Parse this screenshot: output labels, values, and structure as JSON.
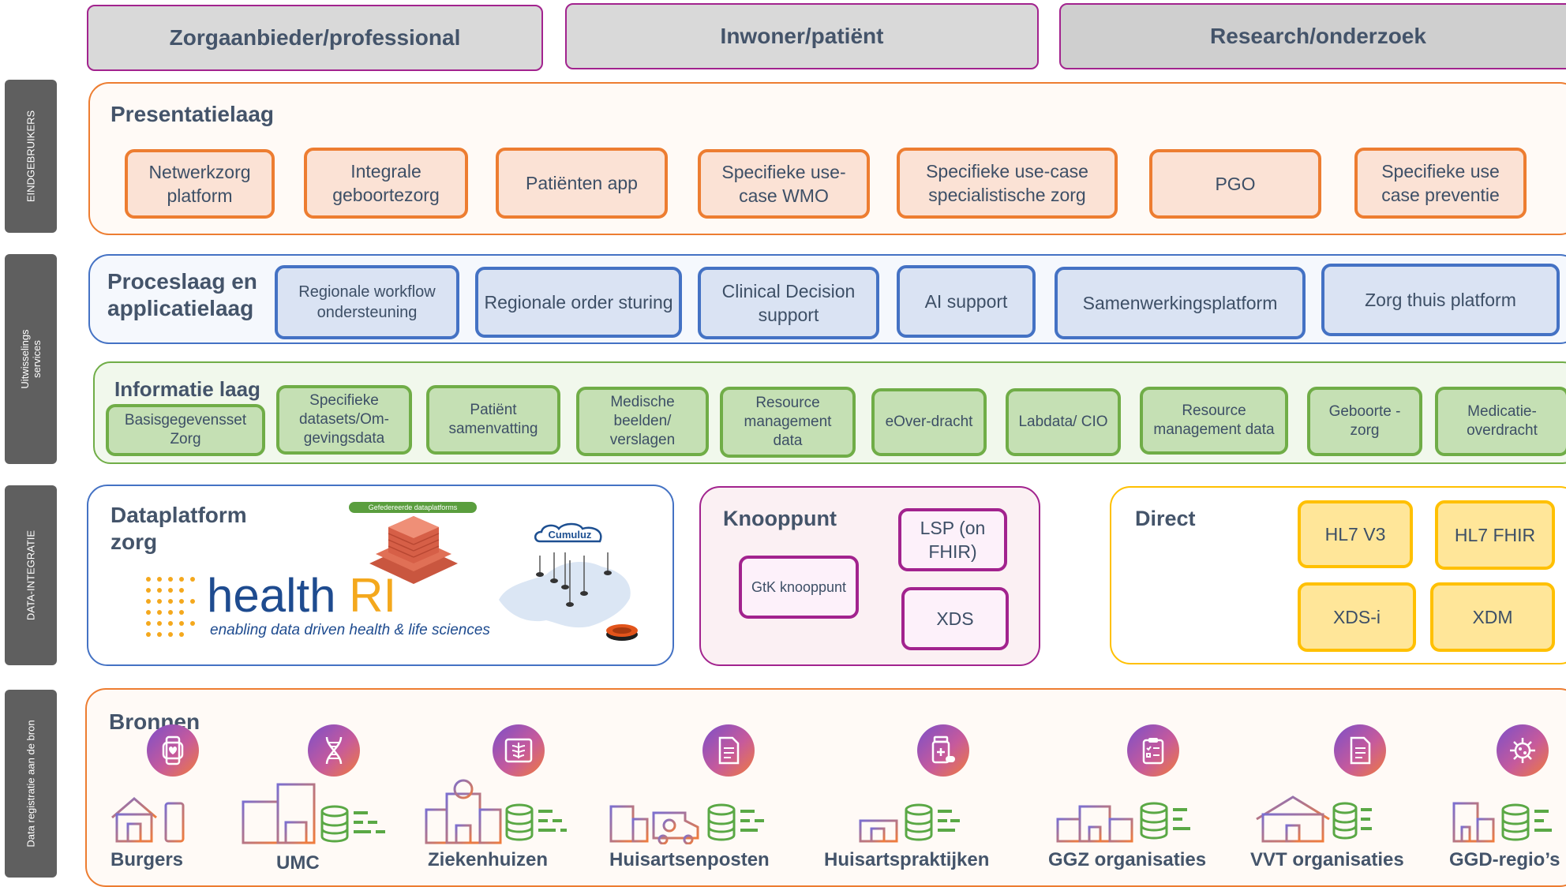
{
  "side_labels": {
    "eindgebruikers": "EINDGEBRUIKERS",
    "uitwisseling": "Uitwisselings services",
    "data_integratie": "DATA-INTEGRATIE",
    "data_registratie": "Data registratie aan de bron"
  },
  "users": [
    "Zorgaanbieder/professional",
    "Inwoner/patiënt",
    "Research/onderzoek"
  ],
  "presentation": {
    "title": "Presentatielaag",
    "items": [
      "Netwerkzorg platform",
      "Integrale geboortezorg",
      "Patiënten app",
      "Specifieke use-case WMO",
      "Specifieke use-case specialistische zorg",
      "PGO",
      "Specifieke use case preventie"
    ]
  },
  "process": {
    "title": "Proceslaag en applicatielaag",
    "items": [
      "Regionale workflow ondersteuning",
      "Regionale order sturing",
      "Clinical Decision support",
      "AI support",
      "Samenwerkingsplatform",
      "Zorg thuis platform"
    ]
  },
  "information": {
    "title": "Informatie laag",
    "items": [
      "Basisgegevensset Zorg",
      "Specifieke datasets/Om-gevingsdata",
      "Patiënt samenvatting",
      "Medische beelden/ verslagen",
      "Resource management data",
      "eOver-dracht",
      "Labdata/ CIO",
      "Resource management data",
      "Geboorte -zorg",
      "Medicatie-overdracht"
    ]
  },
  "dataplatform": {
    "title": "Dataplatform zorg",
    "badge": "Gefedereerde dataplatforms",
    "logo_health": "health",
    "logo_ri": "RI",
    "tagline": "enabling data driven health & life sciences",
    "cumuluz": "Cumuluz"
  },
  "knooppunt": {
    "title": "Knooppunt",
    "items": [
      "GtK knooppunt",
      "LSP (on FHIR)",
      "XDS"
    ]
  },
  "direct": {
    "title": "Direct",
    "items": [
      "HL7 V3",
      "HL7 FHIR",
      "XDS-i",
      "XDM"
    ]
  },
  "sources": {
    "title": "Bronnen",
    "items": [
      {
        "name": "Burgers",
        "icon": "smartwatch-icon"
      },
      {
        "name": "UMC",
        "icon": "dna-icon"
      },
      {
        "name": "Ziekenhuizen",
        "icon": "xray-icon"
      },
      {
        "name": "Huisartsenposten",
        "icon": "document-icon"
      },
      {
        "name": "Huisartspraktijken",
        "icon": "medicine-bottle-icon"
      },
      {
        "name": "GGZ organisaties",
        "icon": "clipboard-icon"
      },
      {
        "name": "VVT organisaties",
        "icon": "document-icon"
      },
      {
        "name": "GGD-regio’s",
        "icon": "virus-icon"
      }
    ]
  },
  "colors": {
    "orange": "#ed7d31",
    "blue": "#4472c4",
    "green": "#70ad47",
    "purple": "#a2238e",
    "yellow": "#ffc000",
    "title": "#44546a"
  }
}
